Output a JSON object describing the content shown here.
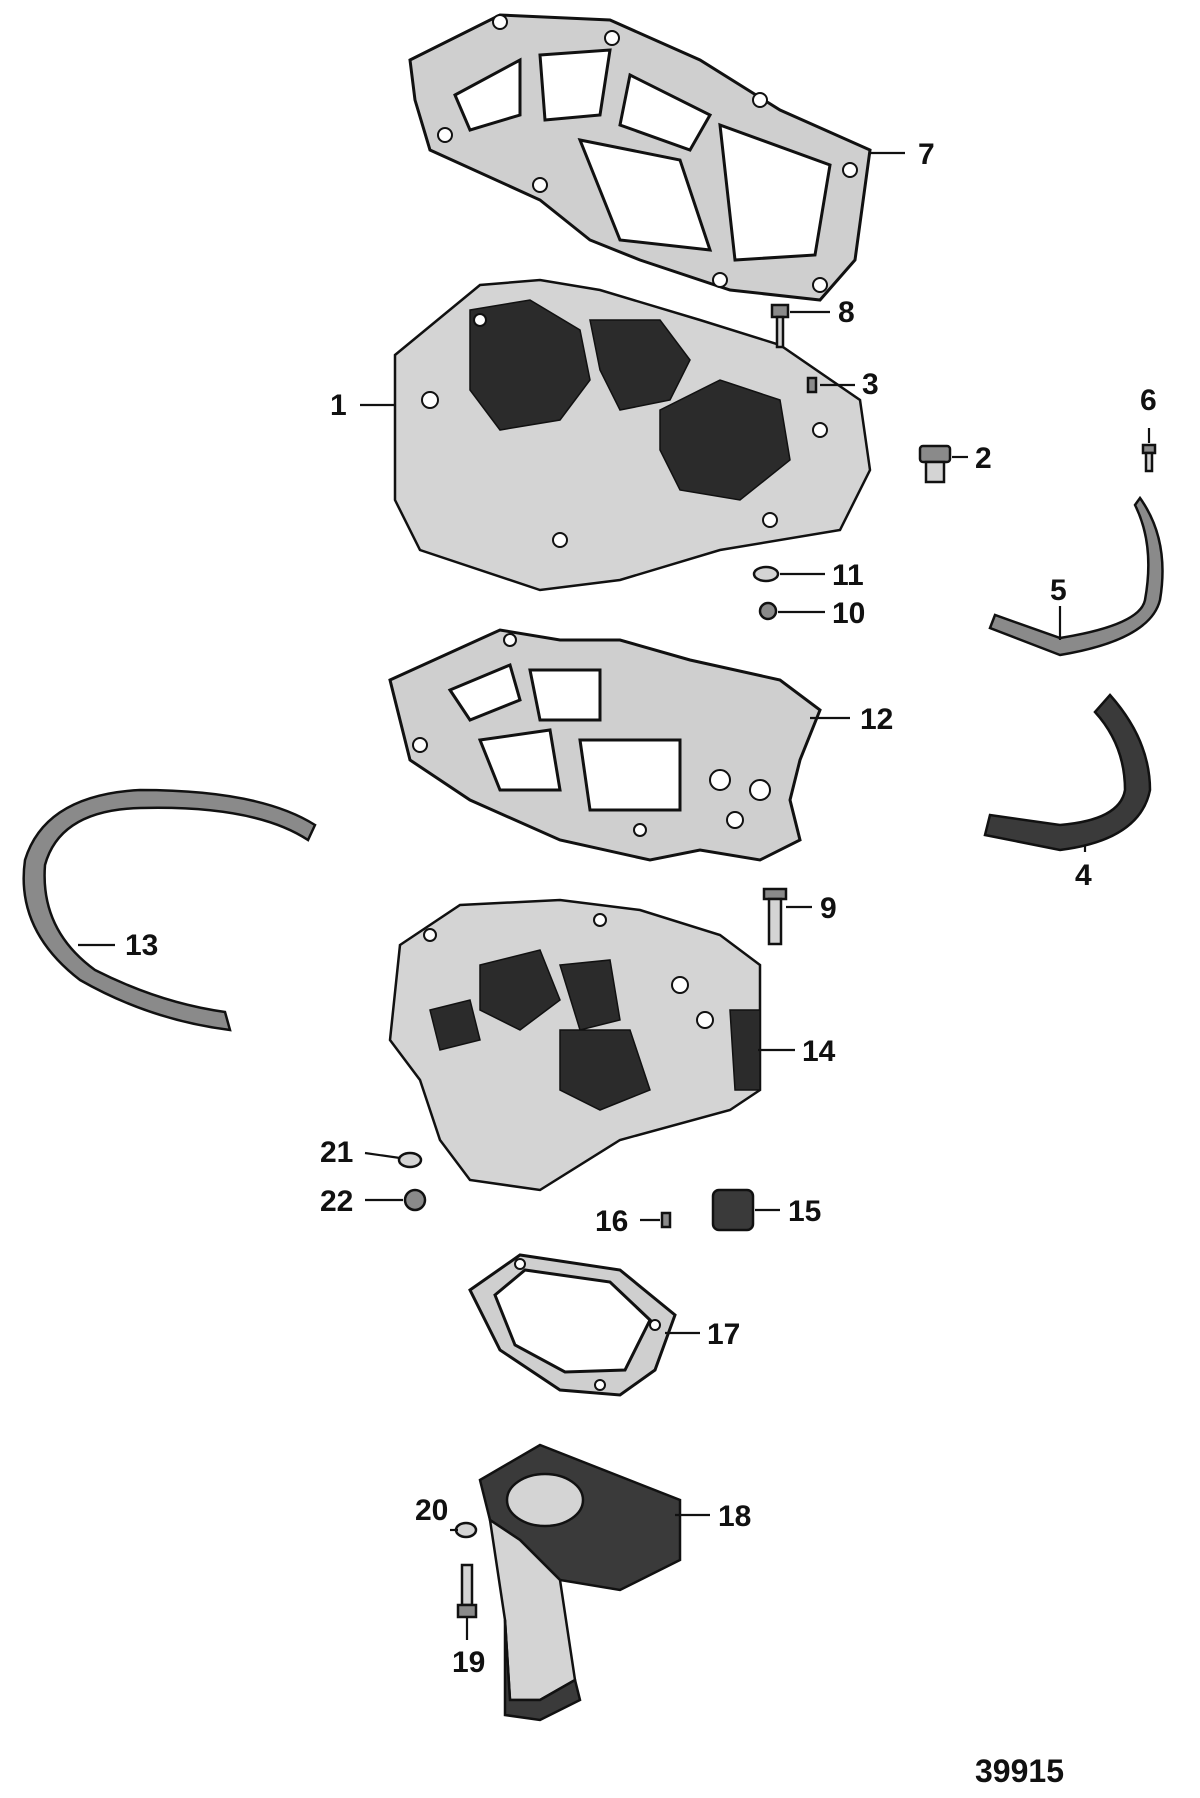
{
  "figure_number": "39915",
  "callouts": {
    "c1": "1",
    "c2": "2",
    "c3": "3",
    "c4": "4",
    "c5": "5",
    "c6": "6",
    "c7": "7",
    "c8": "8",
    "c9": "9",
    "c10": "10",
    "c11": "11",
    "c12": "12",
    "c13": "13",
    "c14": "14",
    "c15": "15",
    "c16": "16",
    "c17": "17",
    "c18": "18",
    "c19": "19",
    "c20": "20",
    "c21": "21",
    "c22": "22"
  }
}
